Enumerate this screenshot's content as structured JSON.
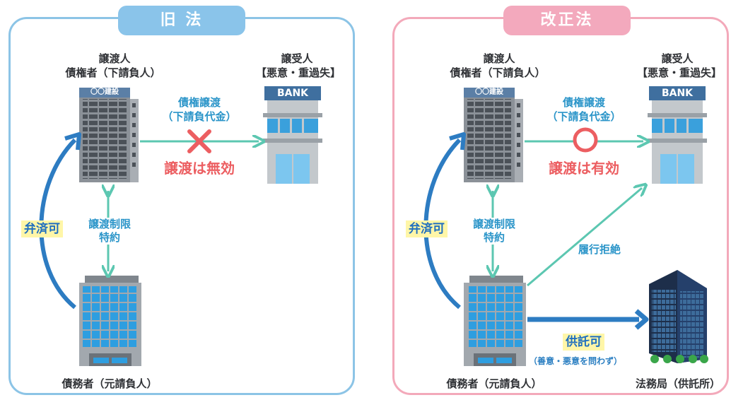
{
  "old_law": {
    "title": "旧 法",
    "assignor_role": "譲渡人",
    "assignor_name": "債権者（下請負人）",
    "assignee_role": "譲受人",
    "assignee_note": "【悪意・重過失】",
    "company_sign": "〇〇建設",
    "bank_sign": "BANK",
    "transfer_label_1": "債権譲渡",
    "transfer_label_2": "（下請負代金）",
    "result": "譲渡は無効",
    "restriction_1": "譲渡制限",
    "restriction_2": "特約",
    "offset": "弁済可",
    "debtor": "債務者（元請負人）"
  },
  "new_law": {
    "title": "改正法",
    "assignor_role": "譲渡人",
    "assignor_name": "債権者（下請負人）",
    "assignee_role": "譲受人",
    "assignee_note": "【悪意・重過失】",
    "company_sign": "〇〇建設",
    "bank_sign": "BANK",
    "transfer_label_1": "債権譲渡",
    "transfer_label_2": "（下請負代金）",
    "result": "譲渡は有効",
    "restriction_1": "譲渡制限",
    "restriction_2": "特約",
    "offset": "弁済可",
    "refuse": "履行拒絶",
    "deposit": "供託可",
    "deposit_note": "（善意・悪意を問わず）",
    "debtor": "債務者（元請負人）",
    "bureau": "法務局（供託所）"
  },
  "colors": {
    "old_border": "#8cc4e6",
    "new_border": "#f3a9ba",
    "arrow_teal": "#5cc7b1",
    "arrow_blue": "#2d7cc2",
    "result_red": "#ec5e61",
    "label_blue": "#2b95c9",
    "tag_yellow": "#fff6a8"
  }
}
